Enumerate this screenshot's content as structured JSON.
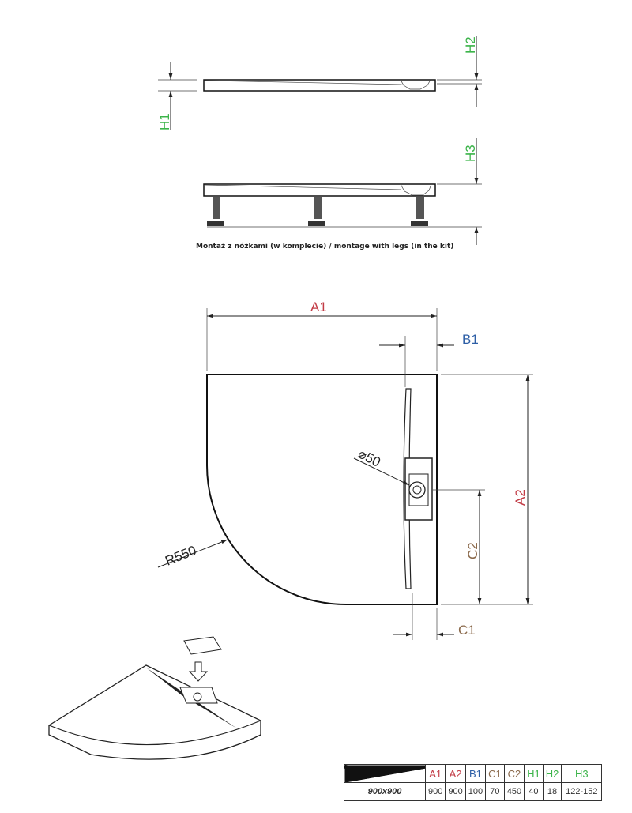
{
  "colors": {
    "a": "#c23b45",
    "b": "#2e5fa6",
    "c": "#8b6a4c",
    "h": "#3cb44a"
  },
  "side_view": {
    "h1": "H1",
    "h2": "H2",
    "h3": "H3",
    "caption": "Montaż z nóżkami (w komplecie) / montage with legs (in the kit)"
  },
  "plan_view": {
    "a1": "A1",
    "a2": "A2",
    "b1": "B1",
    "c1": "C1",
    "c2": "C2",
    "radius": "R550",
    "drain": "⌀50"
  },
  "table": {
    "headers": [
      "A1",
      "A2",
      "B1",
      "C1",
      "C2",
      "H1",
      "H2",
      "H3"
    ],
    "rows": [
      {
        "model": "900x900",
        "values": [
          "900",
          "900",
          "100",
          "70",
          "450",
          "40",
          "18",
          "122-152"
        ]
      }
    ]
  }
}
